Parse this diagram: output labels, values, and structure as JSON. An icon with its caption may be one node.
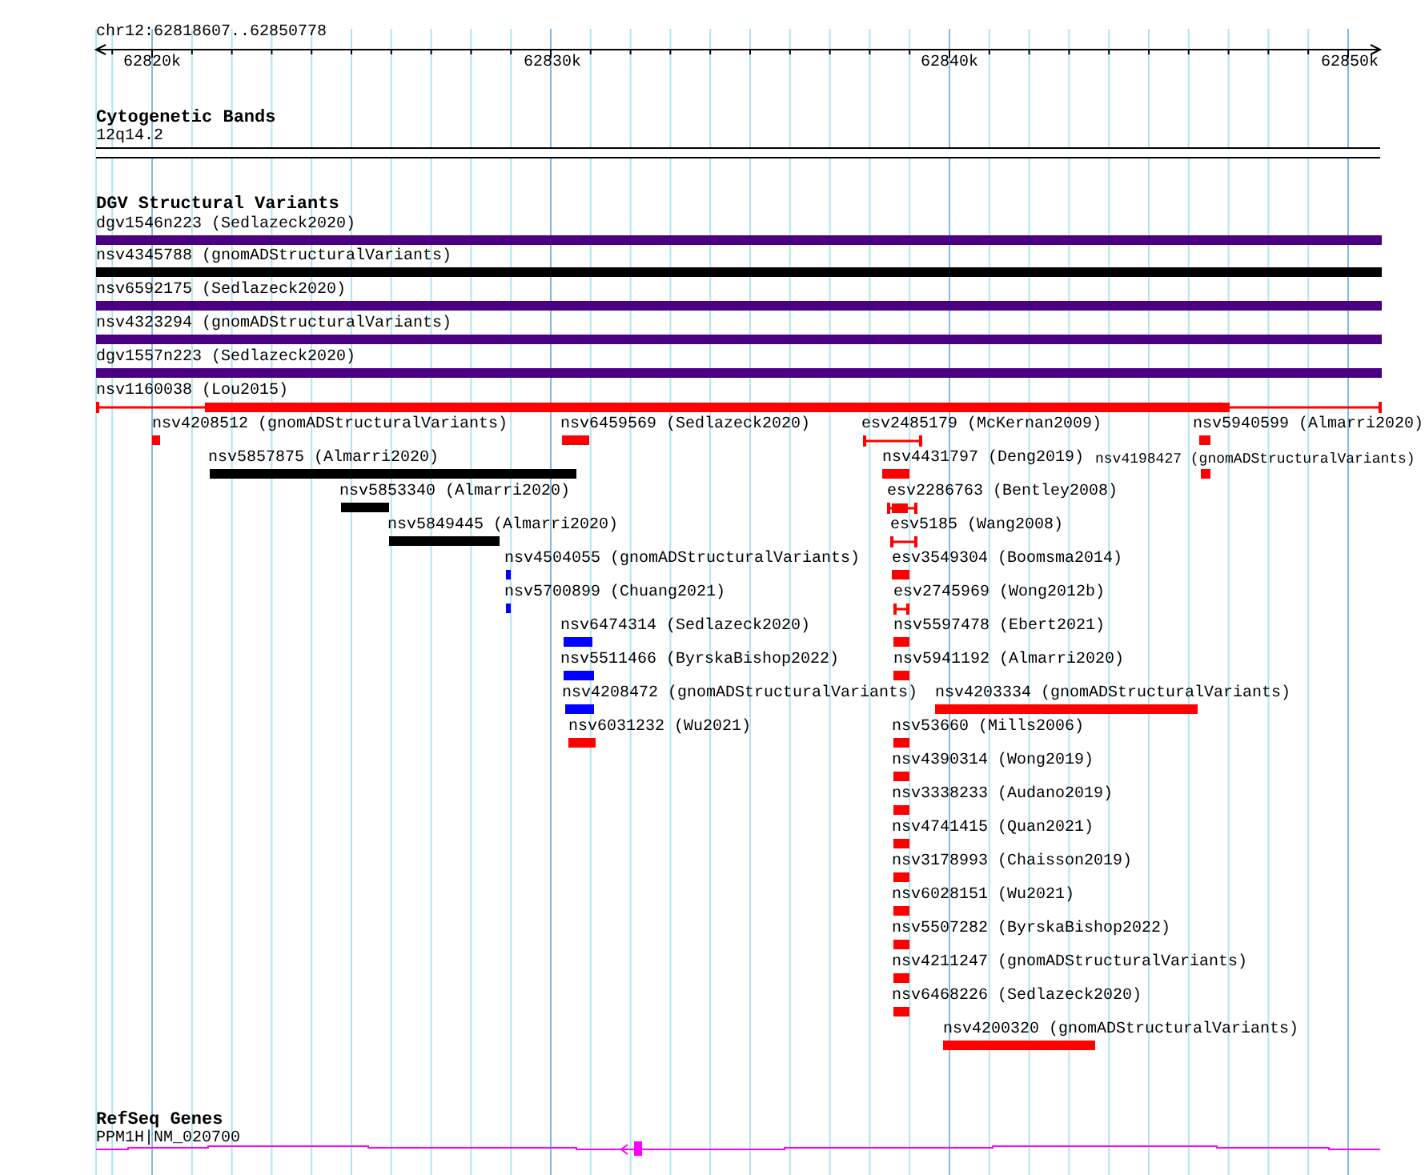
{
  "diagram": {
    "nodes": [
      {
        "text": [
          "dgv1546n223 (Sedlazeck2020)"
        ]
      },
      {
        "text": [
          "nsv4345788 (gnomADStructuralVariants)"
        ]
      },
      {
        "text": [
          "nsv6592175 (Sedlazeck2020)"
        ]
      },
      {
        "text": [
          "nsv4323294 (gnomADStructuralVariants)"
        ]
      },
      {
        "text": [
          "dgv1557n223 (Sedlazeck2020)"
        ]
      },
      {
        "text": [
          "nsv1160038 (Lou2015)"
        ]
      },
      {
        "text": [
          "nsv4208512 (gnomADStructuralVariants)"
        ]
      },
      {
        "text": [
          "nsv6459569 (Sedlazeck2020)"
        ]
      },
      {
        "text": [
          "esv2485179 (McKernan2009)"
        ]
      },
      {
        "text": [
          "nsv5940599 (Almarri2020)"
        ]
      },
      {
        "text": [
          "nsv5857875 (Almarri2020)"
        ]
      },
      {
        "text": [
          "nsv4431797 (Deng2019)"
        ]
      },
      {
        "text": [
          "nsv4198427 (gnomADStructuralVariants)"
        ]
      },
      {
        "text": [
          "nsv5853340 (Almarri2020)"
        ]
      },
      {
        "text": [
          "esv2286763 (Bentley2008)"
        ]
      },
      {
        "text": [
          "nsv5849445 (Almarri2020)"
        ]
      },
      {
        "text": [
          "esv5185 (Wang2008)"
        ]
      },
      {
        "text": [
          "nsv4504055 (gnomADStructuralVariants)"
        ]
      },
      {
        "text": [
          "esv3549304 (Boomsma2014)"
        ]
      },
      {
        "text": [
          "nsv5700899 (Chuang2021)"
        ]
      },
      {
        "text": [
          "esv2745969 (Wong2012b)"
        ]
      },
      {
        "text": [
          "nsv6474314 (Sedlazeck2020)"
        ]
      },
      {
        "text": [
          "nsv5597478 (Ebert2021)"
        ]
      },
      {
        "text": [
          "nsv5511466 (ByrskaBishop2022)"
        ]
      },
      {
        "text": [
          "nsv5941192 (Almarri2020)"
        ]
      },
      {
        "text": [
          "nsv4208472 (gnomADStructuralVariants)"
        ]
      },
      {
        "text": [
          "nsv4203334 (gnomADStructuralVariants)"
        ]
      },
      {
        "text": [
          "nsv6031232 (Wu2021)"
        ]
      },
      {
        "text": [
          "nsv53660 (Mills2006)"
        ]
      },
      {
        "text": [
          "nsv4390314 (Wong2019)"
        ]
      },
      {
        "text": [
          "nsv3338233 (Audano2019)"
        ]
      },
      {
        "text": [
          "nsv4741415 (Quan2021)"
        ]
      },
      {
        "text": [
          "nsv3178993 (Chaisson2019)"
        ]
      },
      {
        "text": [
          "nsv6028151 (Wu2021)"
        ]
      },
      {
        "text": [
          "nsv5507282 (ByrskaBishop2022)"
        ]
      },
      {
        "text": [
          "nsv4211247 (gnomADStructuralVariants)"
        ]
      },
      {
        "text": [
          "nsv6468226 (Sedlazeck2020)"
        ]
      },
      {
        "text": [
          "nsv4200320 (gnomADStructuralVariants)"
        ]
      },
      {
        "text": [
          "PPM1H|NM_020700"
        ]
      }
    ],
    "labels": [
      "chr12:62818607..62850778",
      "62820k",
      "62830k",
      "62840k",
      "62850k",
      "Cytogenetic Bands",
      "12q14.2",
      "DGV Structural Variants",
      "RefSeq Genes"
    ]
  }
}
